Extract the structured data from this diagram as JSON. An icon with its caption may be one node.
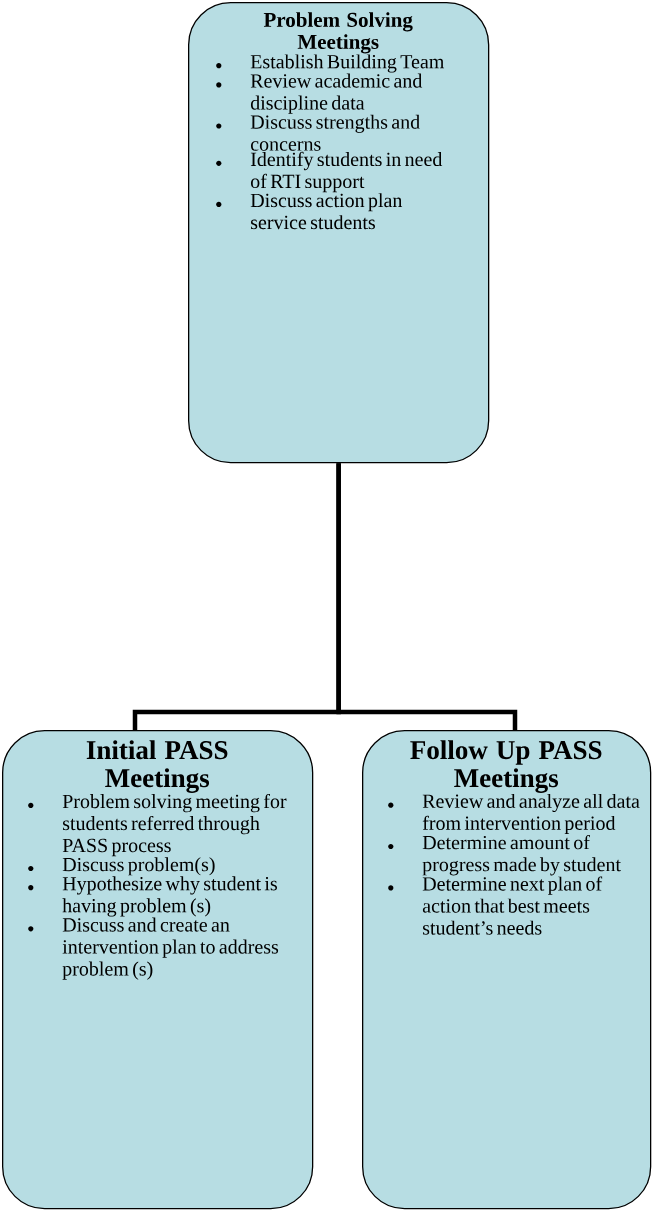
{
  "diagram": {
    "nodes": [
      {
        "text": [
          "Problem Solving Meetings",
          "Establish Building Team",
          "Review academic and discipline data",
          "Discuss strengths and concerns",
          "Identify students in need of RTI support",
          "Discuss action plan service students"
        ]
      },
      {
        "text": [
          "Initial PASS Meetings",
          "Problem solving meeting for students referred through PASS process",
          "Discuss problem(s)",
          "Hypothesize why student is having problem (s)",
          "Discuss and create an intervention plan to address problem (s)"
        ]
      },
      {
        "text": [
          "Follow Up PASS Meetings",
          "Review and analyze all data from intervention period",
          "Determine amount of progress made by student",
          "Determine next plan of action that best meets student’s needs"
        ]
      }
    ],
    "edges": [
      {
        "from": 0,
        "to": 1,
        "arrow": "none"
      },
      {
        "from": 0,
        "to": 2,
        "arrow": "none"
      }
    ]
  }
}
